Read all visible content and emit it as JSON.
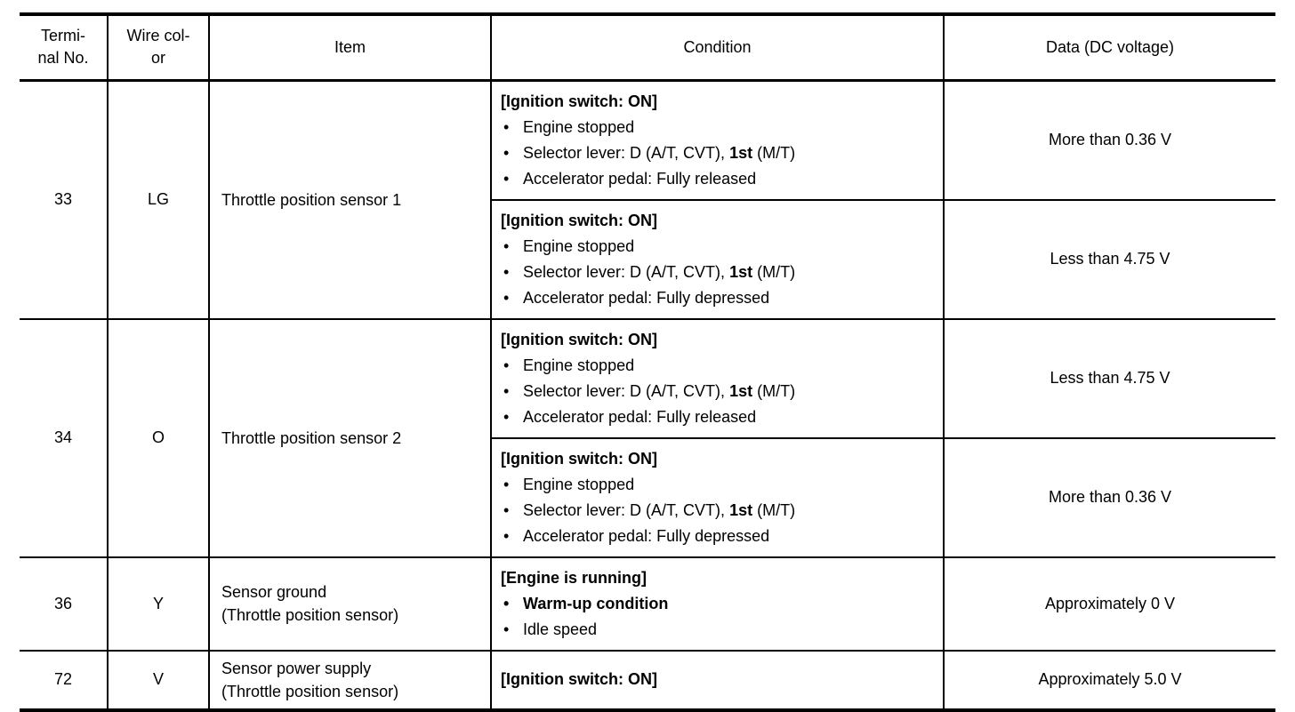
{
  "colors": {
    "background": "#ffffff",
    "text": "#000000",
    "border": "#000000"
  },
  "table": {
    "bullet_glyph": "•",
    "columns": [
      {
        "label": "Termi-\nnal No."
      },
      {
        "label": "Wire col-\nor"
      },
      {
        "label": "Item"
      },
      {
        "label": "Condition"
      },
      {
        "label": "Data (DC voltage)"
      }
    ],
    "rows": [
      {
        "terminal": "33",
        "wire_color": "LG",
        "item_lines": [
          "Throttle position sensor 1"
        ],
        "conditions": [
          {
            "header": "[Ignition switch: ON]",
            "bullets": [
              [
                {
                  "text": "Engine stopped",
                  "bold": false
                }
              ],
              [
                {
                  "text": "Selector lever: D (A/T, CVT), ",
                  "bold": false
                },
                {
                  "text": "1st",
                  "bold": true
                },
                {
                  "text": " (M/T)",
                  "bold": false
                }
              ],
              [
                {
                  "text": "Accelerator pedal: Fully released",
                  "bold": false
                }
              ]
            ],
            "data": "More than 0.36 V"
          },
          {
            "header": "[Ignition switch: ON]",
            "bullets": [
              [
                {
                  "text": "Engine stopped",
                  "bold": false
                }
              ],
              [
                {
                  "text": "Selector lever: D (A/T, CVT), ",
                  "bold": false
                },
                {
                  "text": "1st",
                  "bold": true
                },
                {
                  "text": " (M/T)",
                  "bold": false
                }
              ],
              [
                {
                  "text": "Accelerator pedal: Fully depressed",
                  "bold": false
                }
              ]
            ],
            "data": "Less than 4.75 V"
          }
        ]
      },
      {
        "terminal": "34",
        "wire_color": "O",
        "item_lines": [
          "Throttle position sensor 2"
        ],
        "conditions": [
          {
            "header": "[Ignition switch: ON]",
            "bullets": [
              [
                {
                  "text": "Engine stopped",
                  "bold": false
                }
              ],
              [
                {
                  "text": "Selector lever: D (A/T, CVT), ",
                  "bold": false
                },
                {
                  "text": "1st",
                  "bold": true
                },
                {
                  "text": " (M/T)",
                  "bold": false
                }
              ],
              [
                {
                  "text": "Accelerator pedal: Fully released",
                  "bold": false
                }
              ]
            ],
            "data": "Less than 4.75 V"
          },
          {
            "header": "[Ignition switch: ON]",
            "bullets": [
              [
                {
                  "text": "Engine stopped",
                  "bold": false
                }
              ],
              [
                {
                  "text": "Selector lever: D (A/T, CVT), ",
                  "bold": false
                },
                {
                  "text": "1st",
                  "bold": true
                },
                {
                  "text": " (M/T)",
                  "bold": false
                }
              ],
              [
                {
                  "text": "Accelerator pedal: Fully depressed",
                  "bold": false
                }
              ]
            ],
            "data": "More than 0.36 V"
          }
        ]
      },
      {
        "terminal": "36",
        "wire_color": "Y",
        "item_lines": [
          "Sensor ground",
          "(Throttle position sensor)"
        ],
        "conditions": [
          {
            "header": "[Engine is running]",
            "bullets": [
              [
                {
                  "text": "Warm-up condition",
                  "bold": true
                }
              ],
              [
                {
                  "text": "Idle speed",
                  "bold": false
                }
              ]
            ],
            "data": "Approximately 0 V"
          }
        ]
      },
      {
        "terminal": "72",
        "wire_color": "V",
        "item_lines": [
          "Sensor power supply",
          "(Throttle position sensor)"
        ],
        "conditions": [
          {
            "header": "[Ignition switch: ON]",
            "bullets": [],
            "data": "Approximately 5.0 V"
          }
        ]
      }
    ]
  }
}
